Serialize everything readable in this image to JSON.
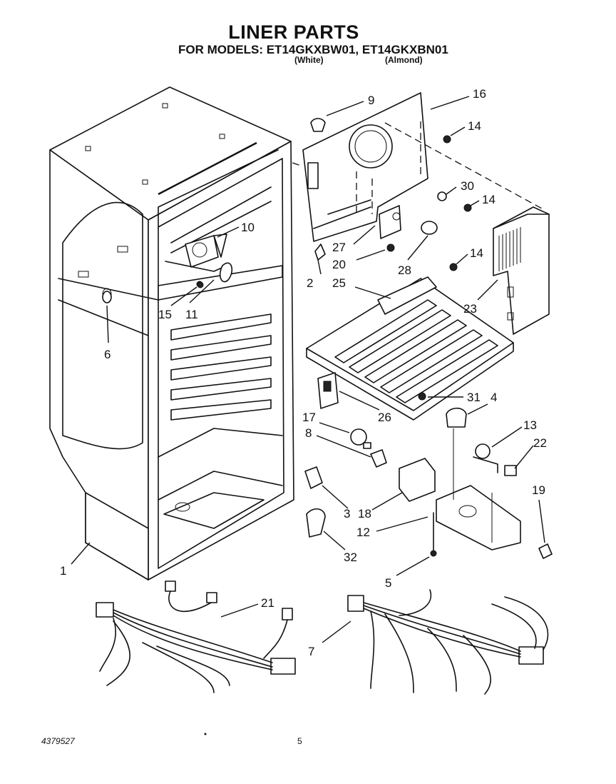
{
  "header": {
    "title": "LINER PARTS",
    "models": "FOR MODELS: ET14GKXBW01, ET14GKXBN01",
    "variant_white": "(White)",
    "variant_almond": "(Almond)"
  },
  "callouts": [
    {
      "id": "c1",
      "text": "1"
    },
    {
      "id": "c2",
      "text": "2"
    },
    {
      "id": "c3",
      "text": "3"
    },
    {
      "id": "c4",
      "text": "4"
    },
    {
      "id": "c5",
      "text": "5"
    },
    {
      "id": "c6",
      "text": "6"
    },
    {
      "id": "c7",
      "text": "7"
    },
    {
      "id": "c8",
      "text": "8"
    },
    {
      "id": "c9",
      "text": "9"
    },
    {
      "id": "c10",
      "text": "10"
    },
    {
      "id": "c11",
      "text": "11"
    },
    {
      "id": "c12",
      "text": "12"
    },
    {
      "id": "c13",
      "text": "13"
    },
    {
      "id": "c14a",
      "text": "14"
    },
    {
      "id": "c14b",
      "text": "14"
    },
    {
      "id": "c14c",
      "text": "14"
    },
    {
      "id": "c15",
      "text": "15"
    },
    {
      "id": "c16",
      "text": "16"
    },
    {
      "id": "c17",
      "text": "17"
    },
    {
      "id": "c18",
      "text": "18"
    },
    {
      "id": "c19",
      "text": "19"
    },
    {
      "id": "c20",
      "text": "20"
    },
    {
      "id": "c21",
      "text": "21"
    },
    {
      "id": "c22",
      "text": "22"
    },
    {
      "id": "c23",
      "text": "23"
    },
    {
      "id": "c25",
      "text": "25"
    },
    {
      "id": "c26",
      "text": "26"
    },
    {
      "id": "c27",
      "text": "27"
    },
    {
      "id": "c28",
      "text": "28"
    },
    {
      "id": "c30",
      "text": "30"
    },
    {
      "id": "c31",
      "text": "31"
    },
    {
      "id": "c32",
      "text": "32"
    }
  ],
  "footer": {
    "doc_number": "4379527",
    "page_number": "5"
  }
}
